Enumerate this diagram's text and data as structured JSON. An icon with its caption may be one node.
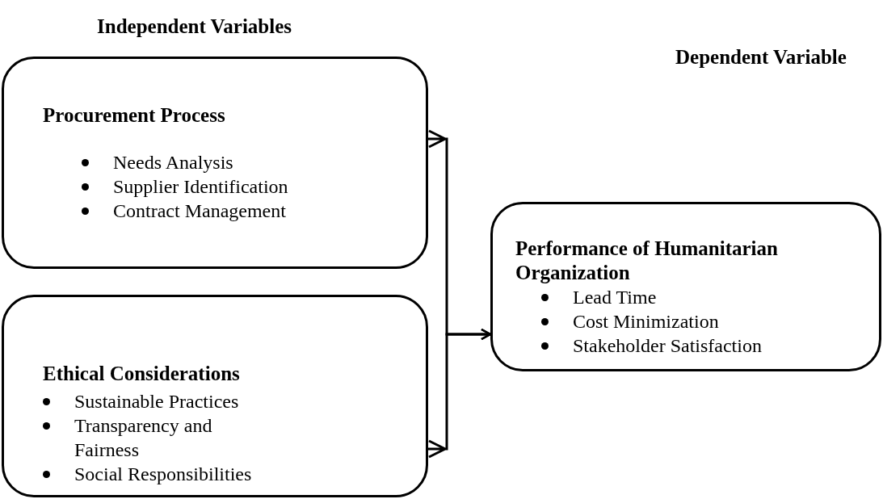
{
  "diagram": {
    "nodes": [
      {
        "text": [
          "Procurement Process",
          "Needs Analysis",
          "Supplier Identification",
          "Contract Management"
        ]
      },
      {
        "text": [
          "Ethical Considerations",
          "Sustainable Practices",
          "Transparency and Fairness",
          "Social Responsibilities"
        ]
      },
      {
        "text": [
          "Performance of Humanitarian Organization",
          "Lead Time",
          "Cost Minimization",
          "Stakeholder Satisfaction"
        ]
      }
    ],
    "edges": [
      {
        "from": 0,
        "to": 2,
        "arrow": "to"
      },
      {
        "from": 1,
        "to": 2,
        "arrow": "to"
      }
    ],
    "labels": [
      "Independent Variables",
      "Dependent Variable"
    ]
  }
}
